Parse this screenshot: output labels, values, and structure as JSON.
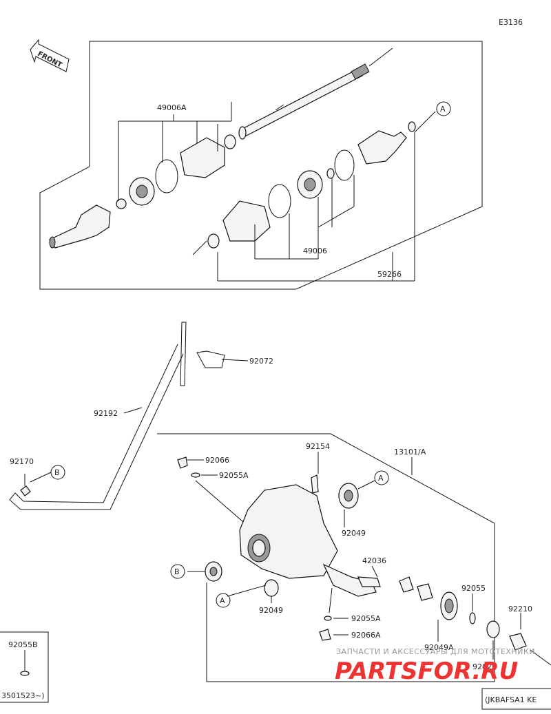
{
  "diagram_code": "E3136",
  "front_label": "FRONT",
  "labels": {
    "p49006A": "49006A",
    "p49006": "49006",
    "p59266": "59266",
    "p92072": "92072",
    "p92192": "92192",
    "p92170": "92170",
    "p92066": "92066",
    "p92055A_top": "92055A",
    "p92154": "92154",
    "p13101A": "13101/A",
    "p92049_top": "92049",
    "p42036": "42036",
    "p92049_bottom": "92049",
    "p92055": "92055",
    "p92210": "92210",
    "p92055A_bottom": "92055A",
    "p92066A": "92066A",
    "p92049A": "92049A",
    "p92026": "92026",
    "p92055B": "92055B"
  },
  "callouts": {
    "A_top": "A",
    "A_mid": "A",
    "A_bottom": "A",
    "B_left": "B",
    "B_mid": "B"
  },
  "footnotes": {
    "serial_left": "3501523~)",
    "serial_right": "(JKBAFSA1 KE"
  },
  "watermark": {
    "line1": "ЗАПЧАСТИ И АКСЕССУАРЫ ДЛЯ МОТОТЕХНИКИ",
    "line2": "PARTSFOR.RU"
  }
}
